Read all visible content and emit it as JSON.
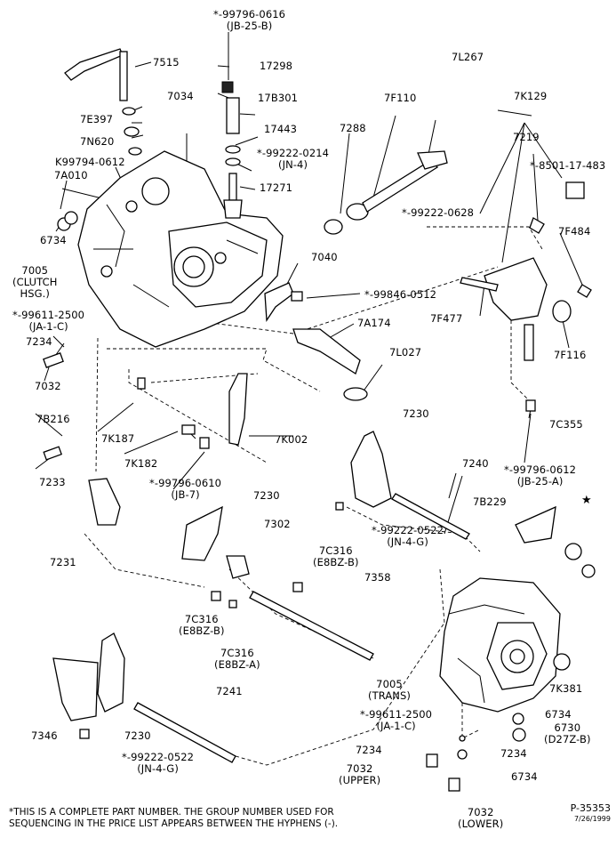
{
  "labels": {
    "p99796_0616": "*-99796-0616",
    "p99796_0616_grp": "(JB-25-B)",
    "p7515": "7515",
    "p17298": "17298",
    "p7l267": "7L267",
    "p17b301": "17B301",
    "p7034": "7034",
    "p7e397": "7E397",
    "p7f110": "7F110",
    "p7k129": "7K129",
    "p17443": "17443",
    "p7288": "7288",
    "p7219": "7219",
    "p7n620": "7N620",
    "p99222_0214": "*-99222-0214",
    "p99222_0214_grp": "(JN-4)",
    "p8501": "*-8501-17-483",
    "pk99794": "K99794-0612",
    "p7a010": "7A010",
    "p17271": "17271",
    "p99222_0628": "*-99222-0628",
    "p7f484": "7F484",
    "p6734_a": "6734",
    "p7005_clutch_1": "7005",
    "p7005_clutch_2": "(CLUTCH",
    "p7005_clutch_3": "HSG.)",
    "p7040": "7040",
    "p99846": "*-99846-0512",
    "p7f477": "7F477",
    "p99611_a": "*-99611-2500",
    "p99611_a_grp": "(JA-1-C)",
    "p7234_a": "7234",
    "p7a174": "7A174",
    "p7f116": "7F116",
    "p7l027": "7L027",
    "p7032_a": "7032",
    "p7b216": "7B216",
    "p7k187": "7K187",
    "p7230_a": "7230",
    "p7k002": "7K002",
    "p7c355": "7C355",
    "p7233": "7233",
    "p7k182": "7K182",
    "p7240": "7240",
    "p99796_0612": "*-99796-0612",
    "p99796_0612_grp": "(JB-25-A)",
    "p99796_0610": "*-99796-0610",
    "p99796_0610_grp": "(JB-7)",
    "p7230_b": "7230",
    "p7b229": "7B229",
    "star": "★",
    "p7302": "7302",
    "p99222_0522_a": "*-99222-0522",
    "p99222_0522_a_grp": "(JN-4-G)",
    "p7231": "7231",
    "p7c316_a": "7C316",
    "p7c316_a_grp": "(E8BZ-B)",
    "p7358": "7358",
    "p7c316_b": "7C316",
    "p7c316_b_grp": "(E8BZ-B)",
    "p7c316_c": "7C316",
    "p7c316_c_grp": "(E8BZ-A)",
    "p7k381": "7K381",
    "p7005_trans_1": "7005",
    "p7005_trans_2": "(TRANS)",
    "p7241": "7241",
    "p99611_b": "*-99611-2500",
    "p99611_b_grp": "(JA-1-C)",
    "p6734_b": "6734",
    "p6730": "6730",
    "p6730_grp": "(D27Z-B)",
    "p7346": "7346",
    "p7230_c": "7230",
    "p7234_b": "7234",
    "p7234_c": "7234",
    "p99222_0522_b": "*-99222-0522",
    "p99222_0522_b_grp": "(JN-4-G)",
    "p7032_upper": "7032",
    "p7032_upper_grp": "(UPPER)",
    "p6734_c": "6734",
    "p7032_lower": "7032",
    "p7032_lower_grp": "(LOWER)"
  },
  "footnote": "*THIS IS A COMPLETE PART NUMBER. THE GROUP NUMBER USED FOR SEQUENCING IN THE PRICE LIST APPEARS BETWEEN THE HYPHENS (-).",
  "reference": {
    "number": "P-35353",
    "date": "7/26/1999"
  }
}
